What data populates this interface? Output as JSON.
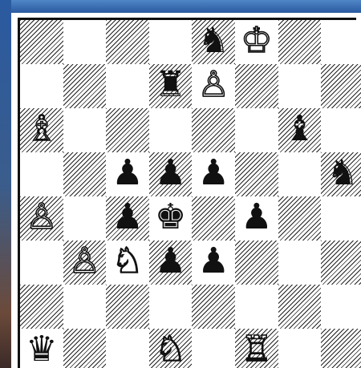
{
  "board": {
    "files": 8,
    "ranks": 8,
    "pieces": [
      {
        "square": "e8",
        "glyph": "♞",
        "color": "black",
        "name": "black-knight"
      },
      {
        "square": "f8",
        "glyph": "♔",
        "color": "white",
        "name": "white-king"
      },
      {
        "square": "d7",
        "glyph": "♜",
        "color": "black",
        "name": "black-rook"
      },
      {
        "square": "e7",
        "glyph": "♙",
        "color": "white",
        "name": "white-pawn"
      },
      {
        "square": "a6",
        "glyph": "♗",
        "color": "white",
        "name": "white-bishop"
      },
      {
        "square": "g6",
        "glyph": "♝",
        "color": "black",
        "name": "black-bishop"
      },
      {
        "square": "c5",
        "glyph": "♟",
        "color": "black",
        "name": "black-pawn"
      },
      {
        "square": "d5",
        "glyph": "♟",
        "color": "black",
        "name": "black-pawn"
      },
      {
        "square": "e5",
        "glyph": "♟",
        "color": "black",
        "name": "black-pawn"
      },
      {
        "square": "h5",
        "glyph": "♞",
        "color": "black",
        "name": "black-knight"
      },
      {
        "square": "a4",
        "glyph": "♙",
        "color": "white",
        "name": "white-pawn"
      },
      {
        "square": "c4",
        "glyph": "♟",
        "color": "black",
        "name": "black-pawn"
      },
      {
        "square": "d4",
        "glyph": "♚",
        "color": "black",
        "name": "black-king"
      },
      {
        "square": "f4",
        "glyph": "♟",
        "color": "black",
        "name": "black-pawn"
      },
      {
        "square": "b3",
        "glyph": "♙",
        "color": "white",
        "name": "white-pawn"
      },
      {
        "square": "c3",
        "glyph": "♘",
        "color": "white",
        "name": "white-knight"
      },
      {
        "square": "d3",
        "glyph": "♟",
        "color": "black",
        "name": "black-pawn"
      },
      {
        "square": "e3",
        "glyph": "♟",
        "color": "black",
        "name": "black-pawn"
      },
      {
        "square": "a1",
        "glyph": "♛",
        "color": "black",
        "name": "black-queen"
      },
      {
        "square": "d1",
        "glyph": "♘",
        "color": "white",
        "name": "white-knight"
      },
      {
        "square": "f1",
        "glyph": "♖",
        "color": "white",
        "name": "white-rook"
      }
    ]
  },
  "colors": {
    "window_accent": "#2a5aa0",
    "board_frame": "#111111"
  }
}
